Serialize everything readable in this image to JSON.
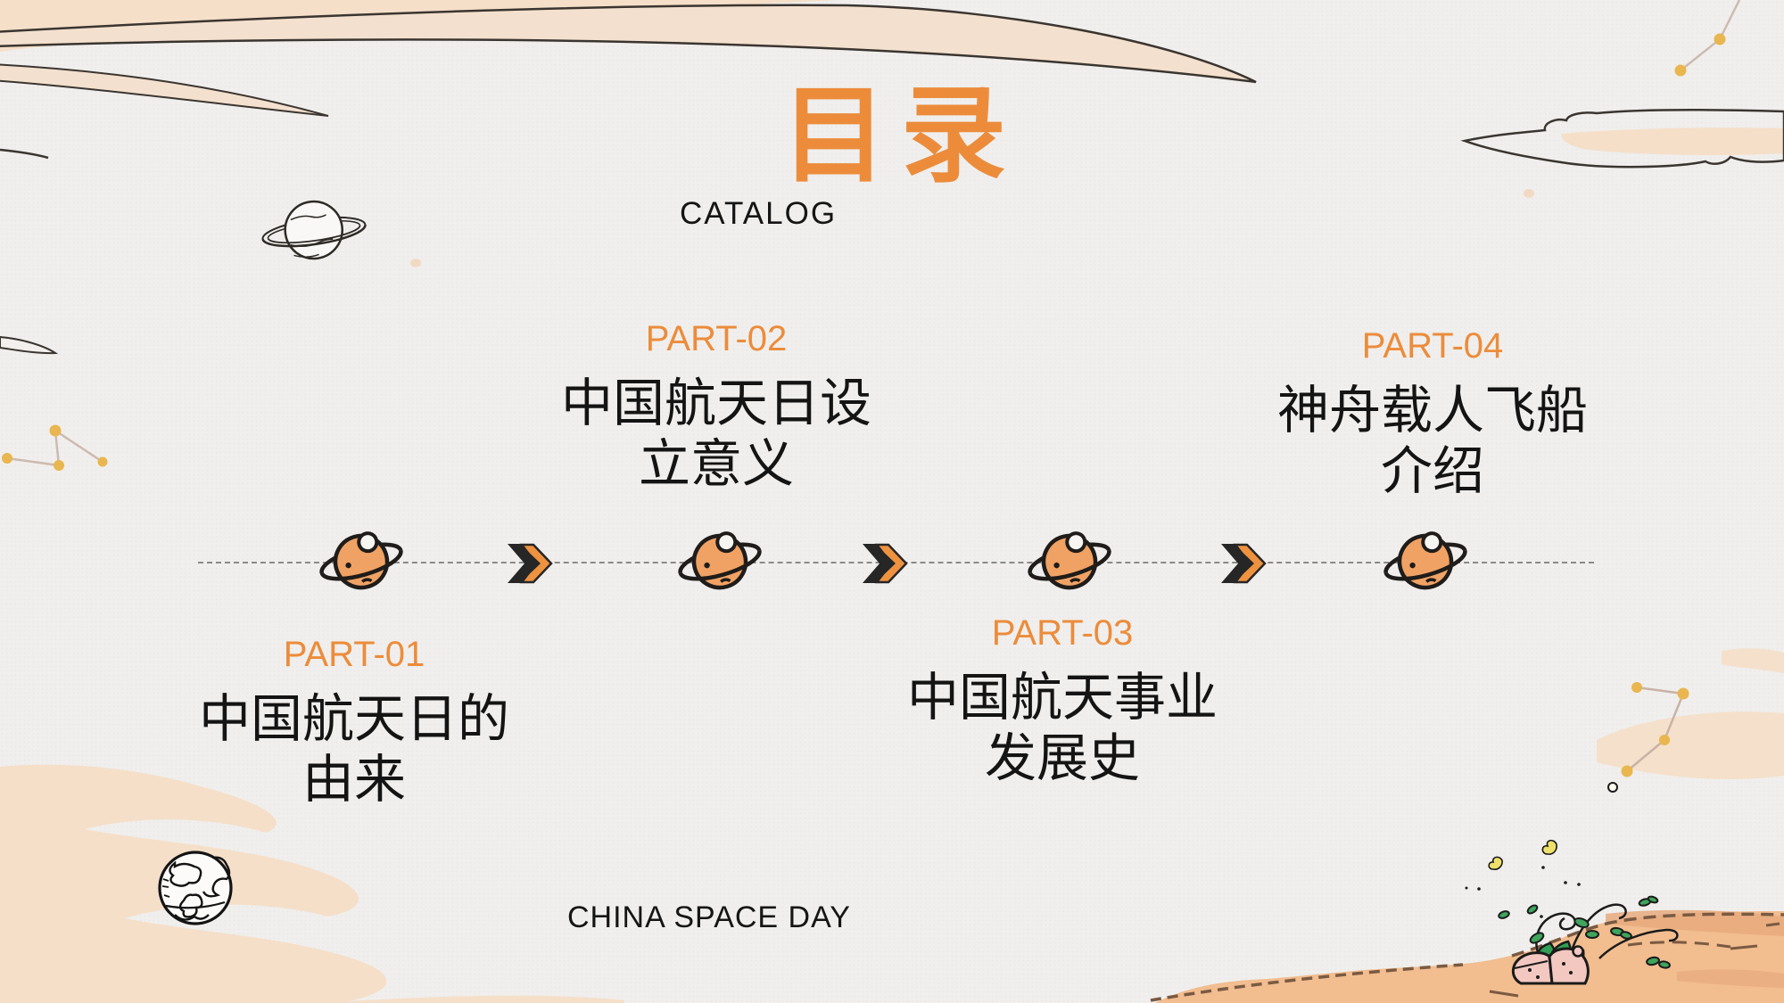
{
  "slide": {
    "title": "目录",
    "subtitle": "CATALOG",
    "footer": "CHINA SPACE DAY"
  },
  "colors": {
    "accent_orange": "#EC8C3B",
    "planet_fill": "#F0A264",
    "text_dark": "#141414",
    "background": "#F0EFED",
    "dashed_line": "#8A8A8A",
    "sand": "#F2BD8F",
    "sand_shadow": "#E7AA7E",
    "rock_pink": "#F3C8C1",
    "leaf_green": "#3FA45C",
    "star_gold": "#E9B64F",
    "cloud_peach": "#F5DFC9"
  },
  "parts": [
    {
      "label": "PART-01",
      "line1": "中国航天日的",
      "line2": "由来"
    },
    {
      "label": "PART-02",
      "line1": "中国航天日设",
      "line2": "立意义"
    },
    {
      "label": "PART-03",
      "line1": "中国航天事业",
      "line2": "发展史"
    },
    {
      "label": "PART-04",
      "line1": "神舟载人飞船",
      "line2": "介绍"
    }
  ],
  "timeline": {
    "planet_icon": "saturn-planet-icon",
    "arrow_icon": "double-chevron-arrow-icon",
    "planet_count": 4,
    "arrow_count": 3
  },
  "decorations": {
    "top_left": "sketch-cloud-swoosh",
    "top_left_planet": "sketched-saturn",
    "bottom_left_planet": "sketched-earth",
    "bottom_right": "sand-dune-rocks-plant",
    "constellation_count": 3
  }
}
